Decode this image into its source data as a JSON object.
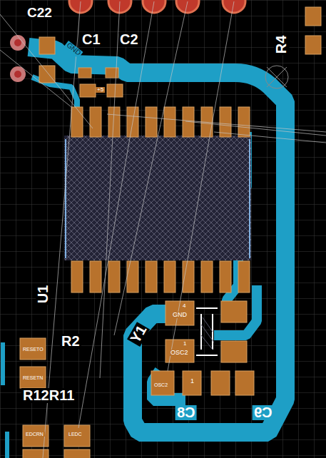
{
  "diagram": {
    "labels": [
      "C22",
      "C1",
      "C2",
      "GND",
      "+5",
      "R4",
      "U1",
      "Y1",
      "R2",
      "R12R11",
      "C8",
      "C9",
      "4",
      "GND",
      "1",
      "OSC2",
      "OSC2",
      "1",
      "RESETO",
      "RESETN",
      "EDCRN",
      "LEDC"
    ]
  }
}
